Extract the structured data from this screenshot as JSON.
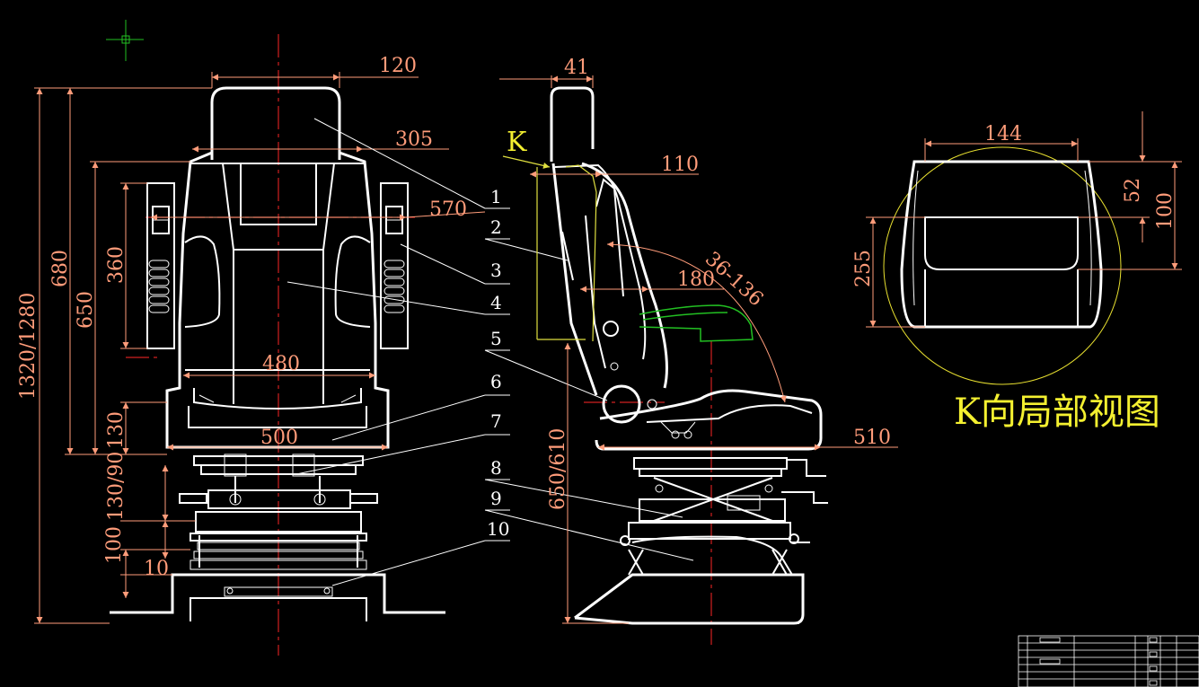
{
  "dimensions": {
    "front_headrest_width": "120",
    "front_headrest_offset": "305",
    "front_back_height": "570",
    "front_armrest_height": "360",
    "front_back_width": "480",
    "front_seat_width": "500",
    "front_height_680": "680",
    "front_height_650": "650",
    "front_cushion_130": "130",
    "front_adjust_130_90": "130/90",
    "front_base_100": "100",
    "front_base_10": "10",
    "front_total_height": "1320/1280",
    "side_headrest_depth": "41",
    "side_offset_110": "110",
    "side_180": "180",
    "side_angle": "36-136",
    "side_seat_depth": "510",
    "side_seat_height": "650/610",
    "detail_width": "144",
    "detail_52": "52",
    "detail_100": "100",
    "detail_255": "255"
  },
  "part_numbers": [
    "1",
    "2",
    "3",
    "4",
    "5",
    "6",
    "7",
    "8",
    "9",
    "10"
  ],
  "view_marker": "K",
  "detail_title": "K向局部视图",
  "colors": {
    "background": "#000000",
    "outline": "#ffffff",
    "dimension": "#ff9c7a",
    "centerline": "#d02020",
    "annotation": "#f4f030",
    "adjust_position": "#22c022"
  }
}
